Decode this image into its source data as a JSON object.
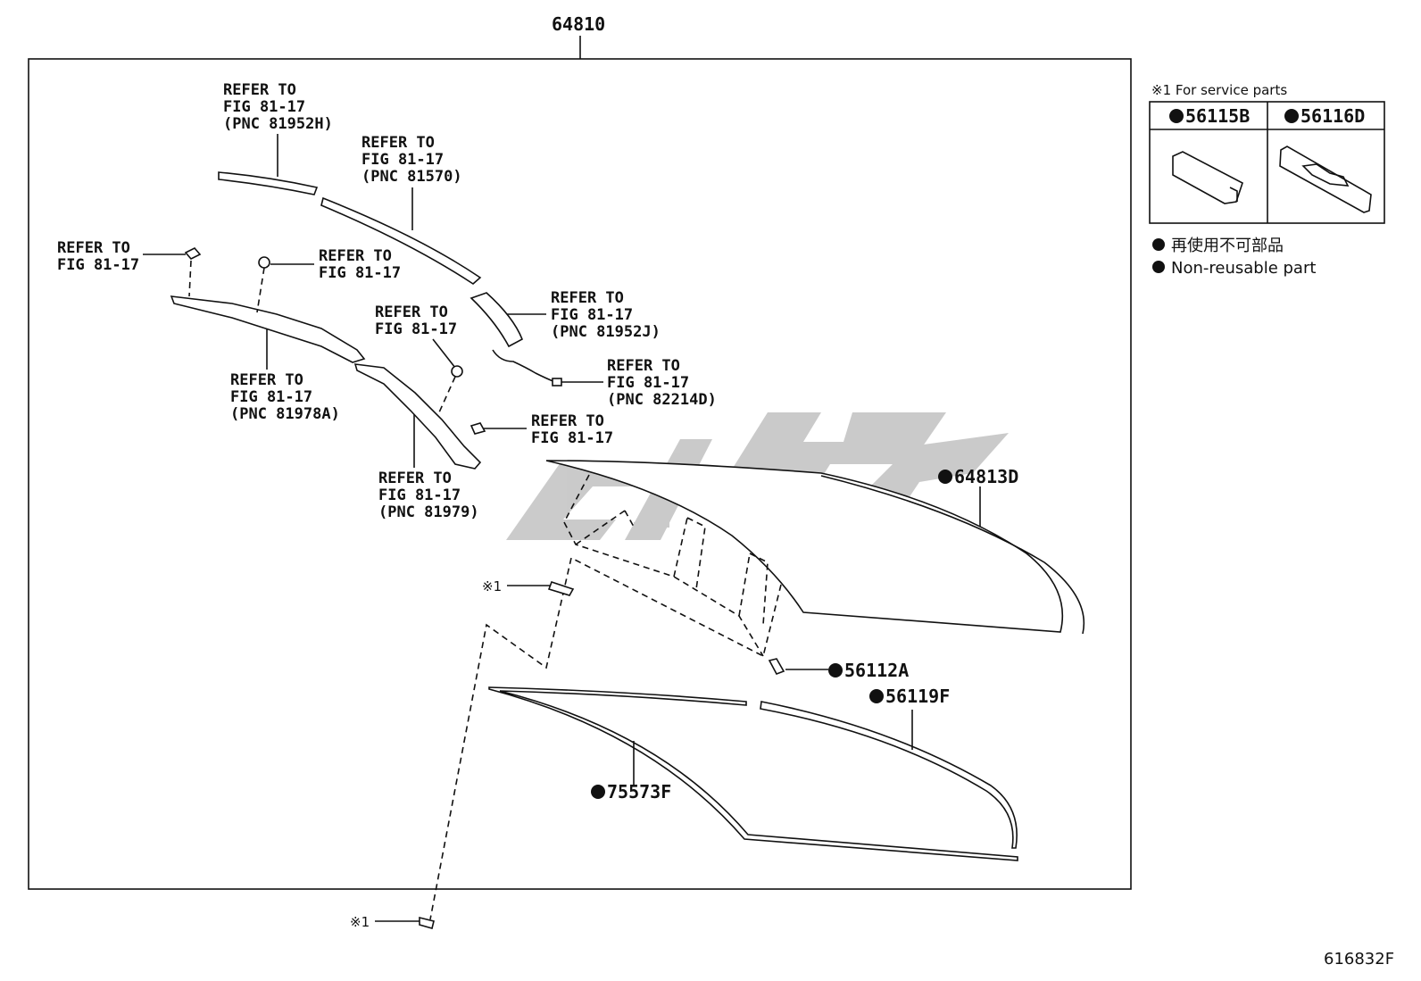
{
  "diagram": {
    "top_part_number": "64810",
    "figure_code": "616832F",
    "callouts": [
      {
        "lines": [
          "REFER TO",
          "FIG 81-17",
          "(PNC 81952H)"
        ]
      },
      {
        "lines": [
          "REFER TO",
          "FIG 81-17",
          "(PNC 81570)"
        ]
      },
      {
        "lines": [
          "REFER TO",
          "FIG 81-17"
        ]
      },
      {
        "lines": [
          "REFER TO",
          "FIG 81-17"
        ]
      },
      {
        "lines": [
          "REFER TO",
          "FIG 81-17",
          "(PNC 81952J)"
        ]
      },
      {
        "lines": [
          "REFER TO",
          "FIG 81-17"
        ]
      },
      {
        "lines": [
          "REFER TO",
          "FIG 81-17",
          "(PNC 82214D)"
        ]
      },
      {
        "lines": [
          "REFER TO",
          "FIG 81-17",
          "(PNC 81978A)"
        ]
      },
      {
        "lines": [
          "REFER TO",
          "FIG 81-17"
        ]
      },
      {
        "lines": [
          "REFER TO",
          "FIG 81-17",
          "(PNC 81979)"
        ]
      }
    ],
    "part_labels": {
      "p64813D": "64813D",
      "p56112A": "56112A",
      "p56119F": "56119F",
      "p75573F": "75573F"
    },
    "service_marker": "※1",
    "legend": {
      "title": "※1 For service parts",
      "col1": "56115B",
      "col2": "56116D",
      "non_reusable_jp": "再使用不可部品",
      "non_reusable_en": "Non-reusable part"
    },
    "watermark": "CTK",
    "colors": {
      "line": "#111111",
      "watermark": "#c8c8c8"
    }
  }
}
